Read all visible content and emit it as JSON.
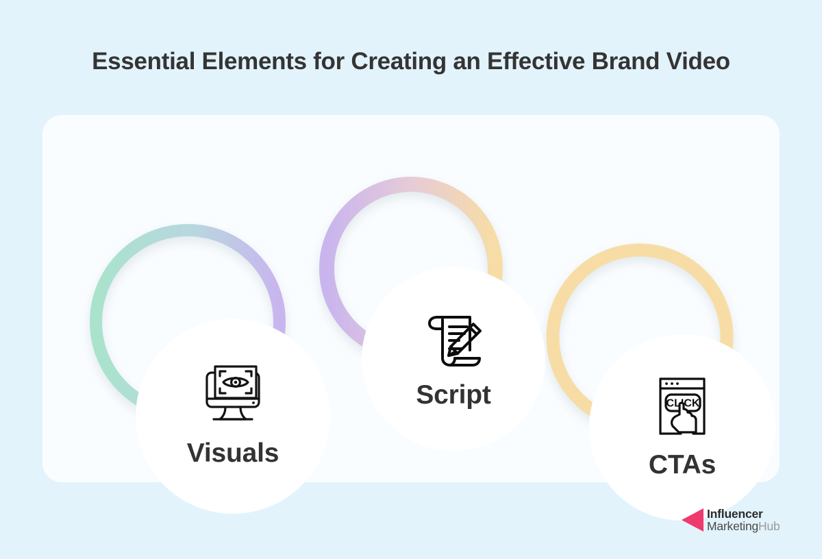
{
  "page": {
    "title": "Essential Elements for Creating an Effective Brand Video",
    "background_color": "#e2f3fb",
    "card_color": "#fafdff"
  },
  "diagram": {
    "type": "three-overlapping-circles",
    "nodes": [
      {
        "id": "visuals",
        "label": "Visuals",
        "icon": "monitor-eye-icon",
        "ring_color": "#a9e3cc",
        "ring_color_name": "mint-green",
        "order": 1
      },
      {
        "id": "script",
        "label": "Script",
        "icon": "scroll-pencil-icon",
        "ring_color": "#c9b5ee",
        "ring_color_name": "lavender",
        "order": 2
      },
      {
        "id": "ctas",
        "label": "CTAs",
        "icon": "browser-click-hand-icon",
        "ring_color": "#f7dda5",
        "ring_color_name": "peach",
        "order": 3
      }
    ],
    "icon_labels": {
      "cta_button_text": "CLICK"
    }
  },
  "logo": {
    "line1": "Influencer",
    "line2_dark": "Marketing",
    "line2_light": "Hub",
    "mark": "pink-triangle-icon",
    "mark_color": "#ee3a6e"
  }
}
